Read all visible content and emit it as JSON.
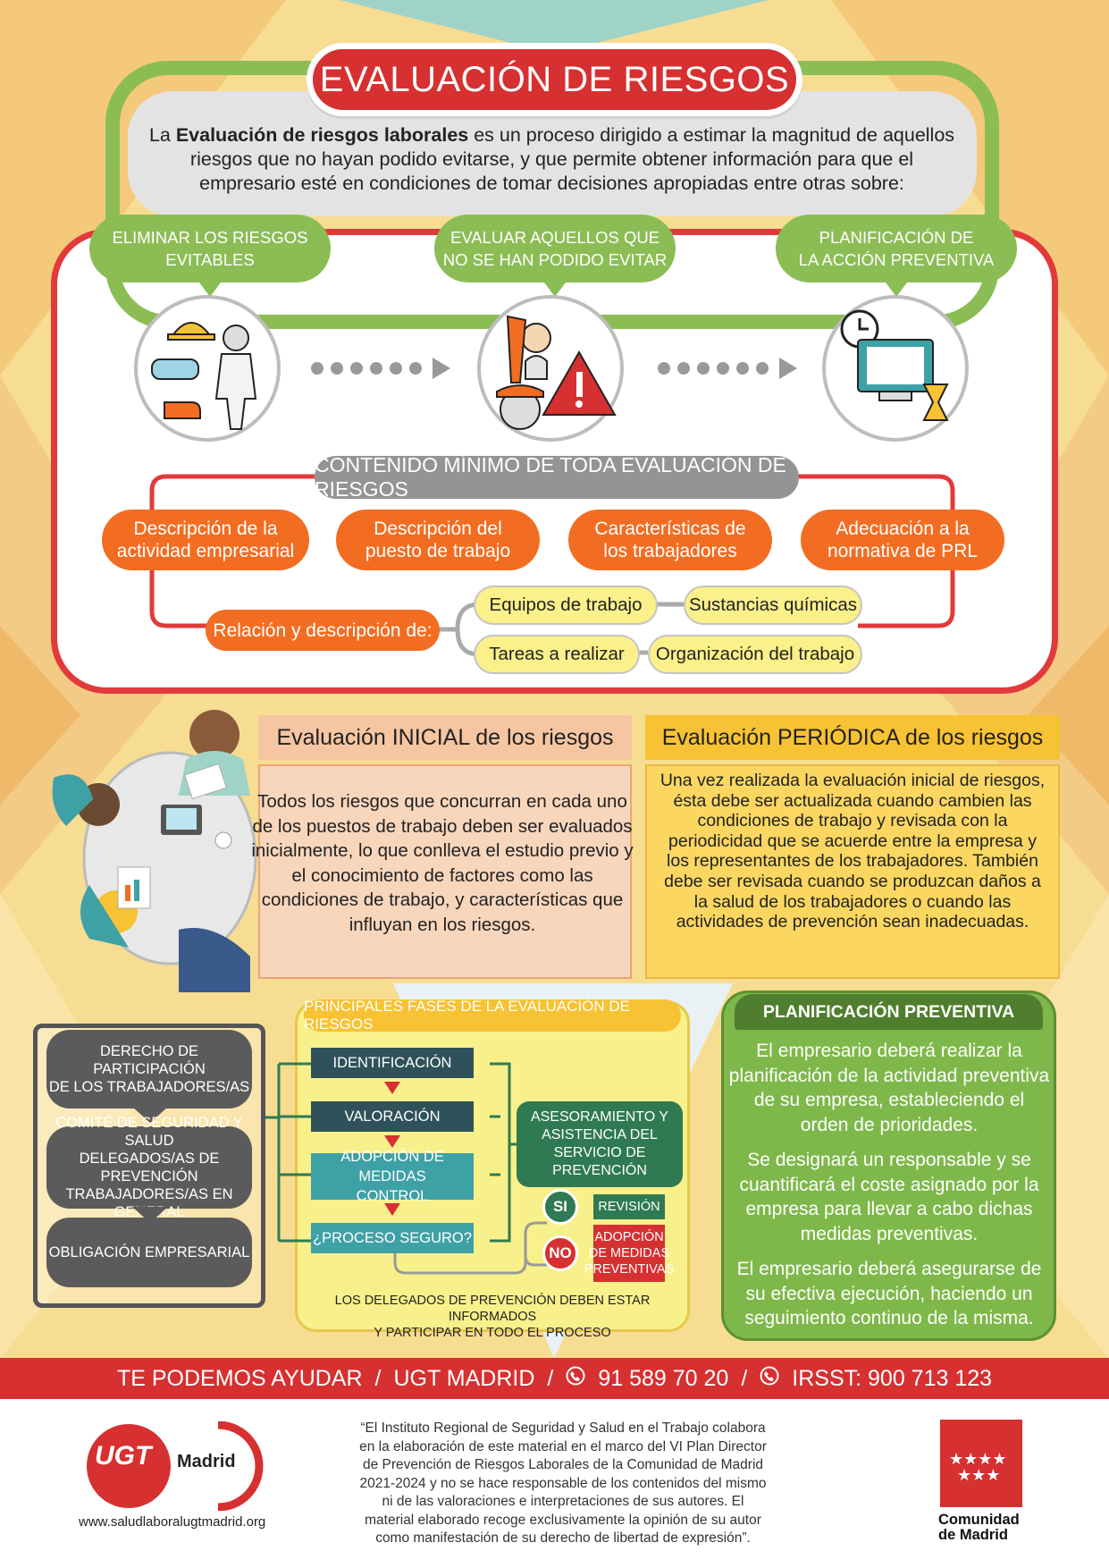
{
  "title": "EVALUACIÓN DE RIESGOS",
  "intro": {
    "prefix": "La ",
    "bold": "Evaluación de riesgos laborales",
    "rest": " es un proceso dirigido a estimar la magnitud de aquellos riesgos que no hayan podido evitarse, y que permite obtener información para que el empresario esté en condiciones de tomar decisiones apropiadas entre otras sobre:"
  },
  "objectives": [
    {
      "line1": "ELIMINAR LOS RIESGOS",
      "line2": "EVITABLES"
    },
    {
      "line1": "EVALUAR AQUELLOS QUE",
      "line2": "NO SE HAN PODIDO EVITAR"
    },
    {
      "line1": "PLANIFICACIÓN DE",
      "line2": "LA ACCIÓN PREVENTIVA"
    }
  ],
  "contenido_title": "CONTENIDO MÍNIMO DE TODA EVALUACIÓN DE RIESGOS",
  "contenido_items": [
    {
      "line1": "Descripción de la",
      "line2": "actividad empresarial"
    },
    {
      "line1": "Descripción del",
      "line2": "puesto de trabajo"
    },
    {
      "line1": "Características de",
      "line2": "los trabajadores"
    },
    {
      "line1": "Adecuación a la",
      "line2": "normativa de PRL"
    }
  ],
  "relacion_label": "Relación y descripción de:",
  "relacion_items": [
    "Equipos de trabajo",
    "Sustancias químicas",
    "Tareas a realizar",
    "Organización del trabajo"
  ],
  "inicial": {
    "title": "Evaluación INICIAL de los riesgos",
    "text": "Todos los riesgos que concurran en cada uno de los puestos de trabajo deben ser evaluados inicialmente, lo que conlleva el estudio previo y el conocimiento de factores como las condiciones de trabajo, y características que influyan en los riesgos."
  },
  "periodica": {
    "title": "Evaluación PERIÓDICA de los riesgos",
    "text": "Una vez realizada la evaluación inicial de riesgos, ésta debe ser actualizada cuando cambien las condiciones de trabajo y revisada con la periodicidad que se acuerde entre la empresa y los representantes de los trabajadores. También debe ser revisada cuando se produzcan daños a la salud de los trabajadores o cuando las actividades de prevención sean inadecuadas."
  },
  "participacion": [
    {
      "line1": "DERECHO DE PARTICIPACIÓN",
      "line2": "DE LOS TRABAJADORES/AS",
      "line3": ""
    },
    {
      "line1": "COMITÉ DE SEGURIDAD Y SALUD",
      "line2": "DELEGADOS/AS DE PREVENCIÓN",
      "line3": "TRABAJADORES/AS EN GENERAL"
    },
    {
      "line1": "OBLIGACIÓN EMPRESARIAL",
      "line2": "",
      "line3": ""
    }
  ],
  "fases": {
    "title": "PRINCIPALES FASES DE LA EVALUACIÓN DE RIESGOS",
    "steps": [
      "IDENTIFICACIÓN",
      "VALORACIÓN",
      "ADOPCIÓN DE MEDIDAS",
      "CONTROL",
      "¿PROCESO SEGURO?"
    ],
    "asesoramiento": {
      "line1": "ASESORAMIENTO Y",
      "line2": "ASISTENCIA DEL",
      "line3": "SERVICIO DE PREVENCIÓN"
    },
    "si": "SI",
    "no": "NO",
    "revision": "REVISIÓN",
    "adopcion": {
      "line1": "ADOPCIÓN",
      "line2": "DE MEDIDAS",
      "line3": "PREVENTIVAS"
    },
    "footer": {
      "line1": "LOS DELEGADOS DE PREVENCIÓN DEBEN ESTAR INFORMADOS",
      "line2": "Y PARTICIPAR EN TODO EL PROCESO"
    }
  },
  "planificacion": {
    "title": "PLANIFICACIÓN PREVENTIVA",
    "p1": "El empresario deberá realizar la planificación de la actividad preventiva de su empresa, estableciendo el orden de prioridades.",
    "p2": "Se designará un responsable y se cuantificará el coste asignado por la empresa para llevar a cabo dichas medidas preventivas.",
    "p3": "El empresario deberá asegurarse de su efectiva ejecución, haciendo un seguimiento continuo de la misma."
  },
  "footer": {
    "ayuda": "TE PODEMOS AYUDAR",
    "sep": "/",
    "org": "UGT MADRID",
    "phone1": "91 589 70 20",
    "phone2": "IRSST: 900 713 123",
    "disclaimer": "“El Instituto Regional de Seguridad y Salud en el Trabajo colabora en la elaboración de este material en el marco del VI Plan Director de Prevención de Riesgos Laborales de la Comunidad de Madrid 2021-2024 y no se hace responsable de los contenidos del mismo ni de las valoraciones e interpretaciones de sus autores. El material elaborado recoge exclusivamente la opinión de su autor como manifestación de su derecho de libertad de expresión”.",
    "ugt_logo": "UGT",
    "madrid": "Madrid",
    "website": "www.saludlaboralugtmadrid.org",
    "cm_line1": "Comunidad",
    "cm_line2": "de Madrid"
  },
  "colors": {
    "red": "#d63030",
    "green": "#8cbd55",
    "orange": "#f26d22",
    "gold": "#f7c233",
    "teal": "#3ea1a6",
    "dark": "#2f5159"
  }
}
